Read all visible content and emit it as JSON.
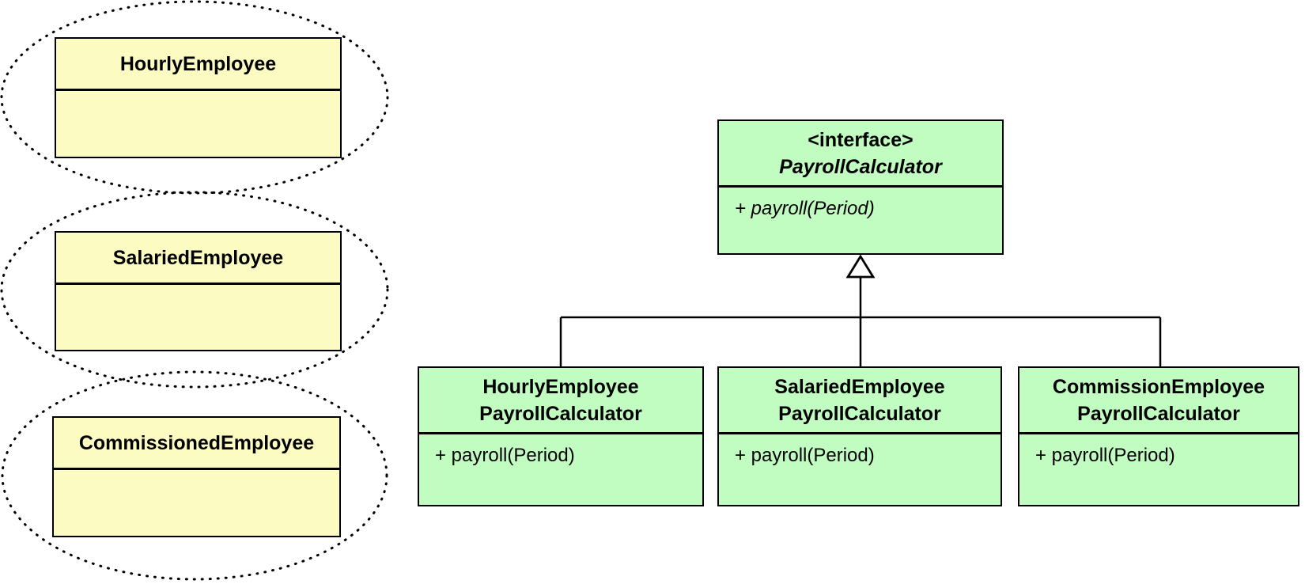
{
  "colors": {
    "class_fill": "#FCFCC2",
    "calculator_fill": "#C1FCC1",
    "line_color": "#000000",
    "background": "#FFFFFF"
  },
  "left_classes": [
    {
      "name": "HourlyEmployee"
    },
    {
      "name": "SalariedEmployee"
    },
    {
      "name": "CommissionedEmployee"
    }
  ],
  "interface": {
    "stereotype": "<interface>",
    "name": "PayrollCalculator",
    "method": "+ payroll(Period)"
  },
  "implementations": [
    {
      "line1": "HourlyEmployee",
      "line2": "PayrollCalculator",
      "method": "+ payroll(Period)"
    },
    {
      "line1": "SalariedEmployee",
      "line2": "PayrollCalculator",
      "method": "+ payroll(Period)"
    },
    {
      "line1": "CommissionEmployee",
      "line2": "PayrollCalculator",
      "method": "+ payroll(Period)"
    }
  ],
  "relationship": {
    "type": "realization",
    "arrowhead": "hollow-triangle",
    "to": "PayrollCalculator"
  }
}
